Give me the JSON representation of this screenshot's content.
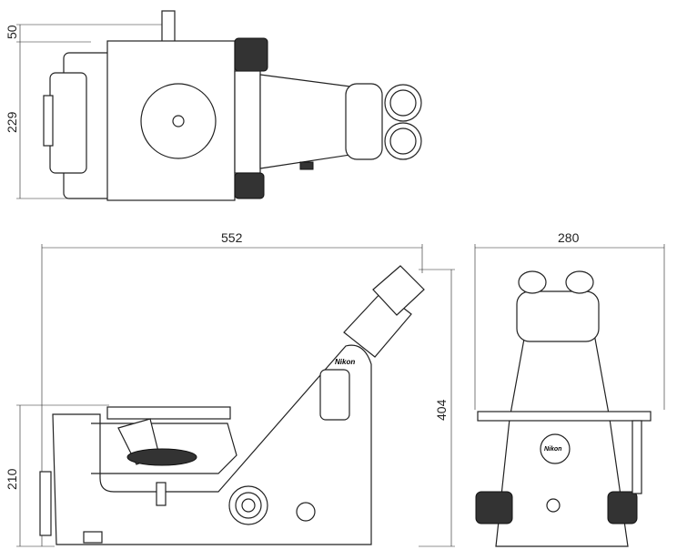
{
  "dimensions": {
    "top_offset": "50",
    "top_depth": "229",
    "side_width": "552",
    "side_height": "404",
    "side_base_height": "210",
    "front_width": "280"
  },
  "logo_text": "Nikon"
}
